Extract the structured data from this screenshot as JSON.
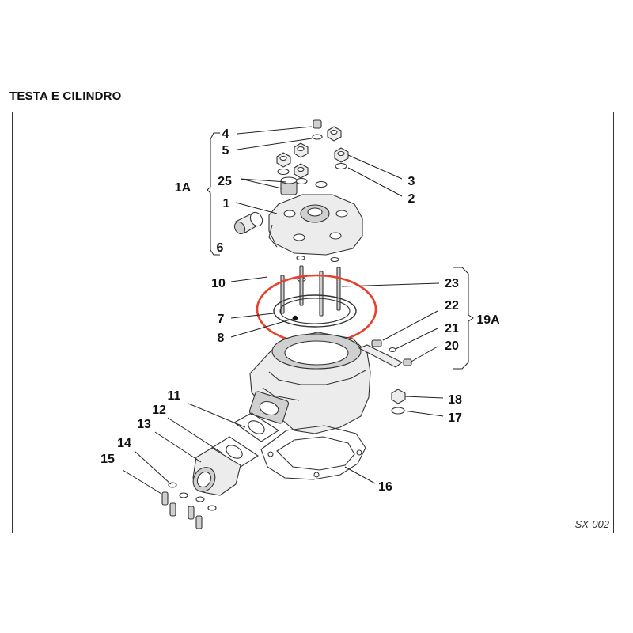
{
  "page": {
    "title": "TESTA E CILINDRO",
    "diagram_code": "SX-002"
  },
  "callouts": {
    "c1": "1",
    "c2": "2",
    "c3": "3",
    "c4": "4",
    "c5": "5",
    "c6": "6",
    "c7": "7",
    "c8": "8",
    "c10": "10",
    "c11": "11",
    "c12": "12",
    "c13": "13",
    "c14": "14",
    "c15": "15",
    "c16": "16",
    "c17": "17",
    "c18": "18",
    "c20": "20",
    "c21": "21",
    "c22": "22",
    "c23": "23",
    "c25": "25",
    "g1A": "1A",
    "g19A": "19A"
  },
  "colors": {
    "highlight": "#e8402a",
    "ink": "#111111"
  }
}
